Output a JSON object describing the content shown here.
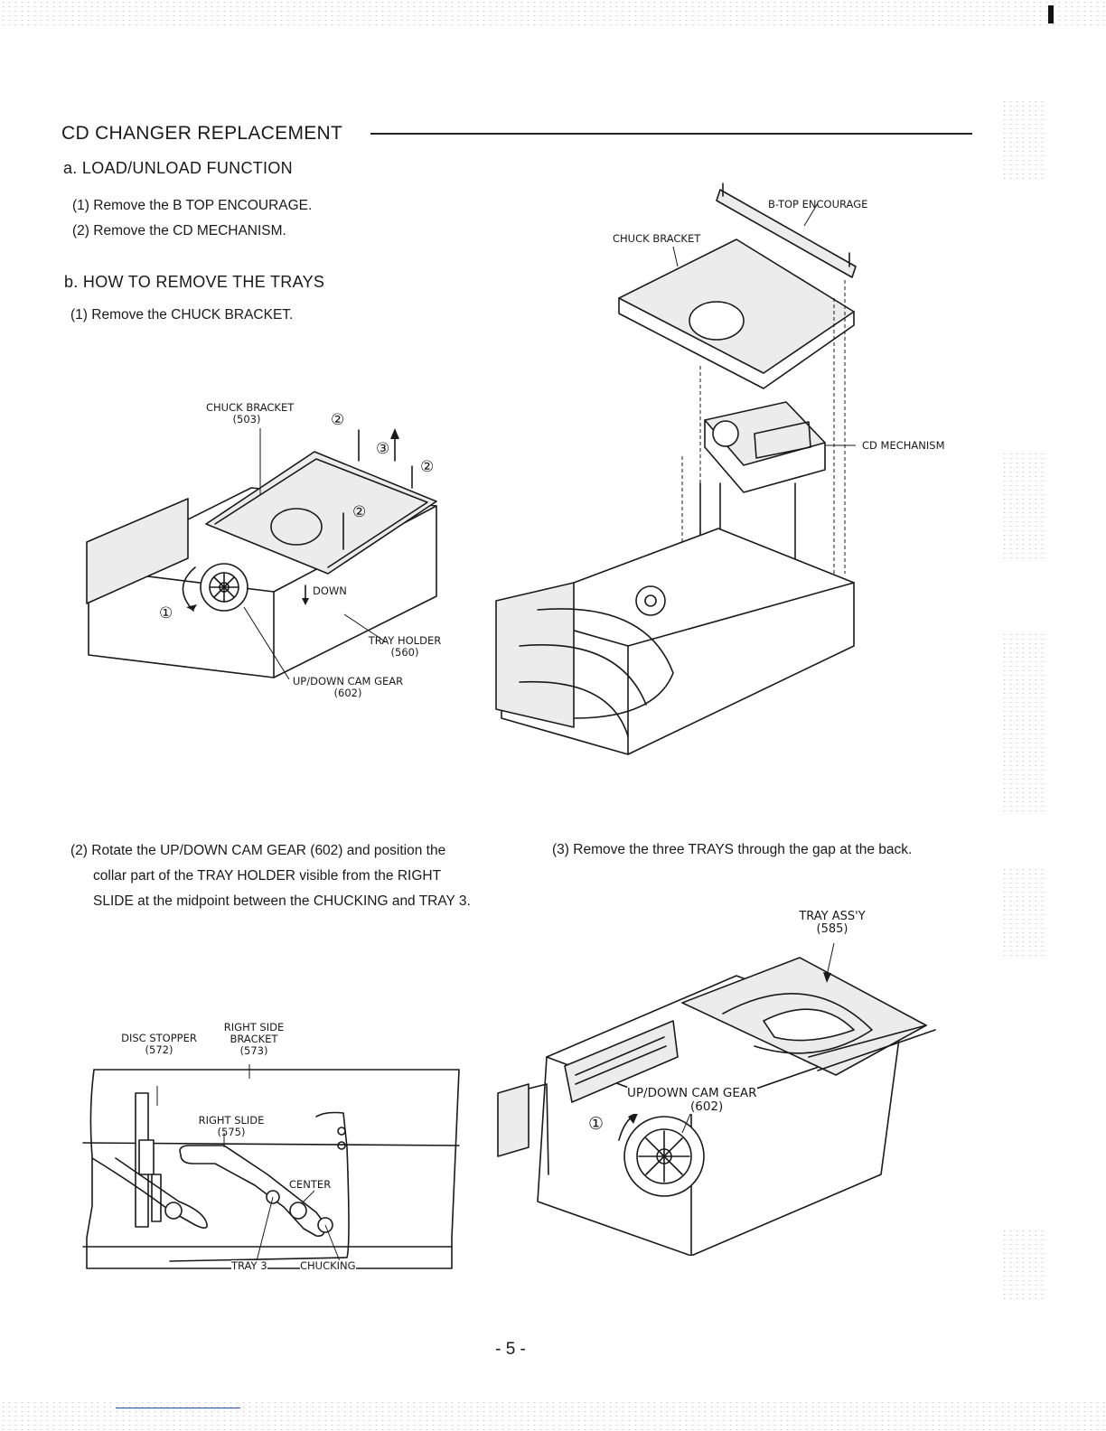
{
  "section": {
    "title": "CD CHANGER REPLACEMENT"
  },
  "part_a": {
    "heading": "a.  LOAD/UNLOAD FUNCTION",
    "steps": [
      "(1) Remove the B TOP ENCOURAGE.",
      "(2) Remove the CD MECHANISM."
    ]
  },
  "part_b": {
    "heading": "b.  HOW TO REMOVE THE TRAYS",
    "step1": "(1) Remove the CHUCK BRACKET.",
    "step2_lines": [
      "(2) Rotate the UP/DOWN CAM GEAR (602) and position the",
      "collar part of the TRAY HOLDER visible from the RIGHT",
      "SLIDE at the midpoint between the CHUCKING and TRAY 3."
    ],
    "step3": "(3) Remove the three TRAYS through the gap at the back."
  },
  "fig1": {
    "chuck_bracket": [
      "CHUCK BRACKET",
      "(503)"
    ],
    "down": "DOWN",
    "tray_holder": [
      "TRAY HOLDER",
      "(560)"
    ],
    "cam_gear": [
      "UP/DOWN CAM GEAR",
      "(602)"
    ],
    "marks": [
      "①",
      "②",
      "②",
      "②",
      "③"
    ]
  },
  "fig2": {
    "b_top": "B-TOP ENCOURAGE",
    "chuck_bracket": "CHUCK BRACKET",
    "cd_mechanism": "CD MECHANISM"
  },
  "fig3": {
    "disc_stopper": [
      "DISC STOPPER",
      "(572)"
    ],
    "right_side_bracket": [
      "RIGHT SIDE",
      "BRACKET",
      "(573)"
    ],
    "right_slide": [
      "RIGHT SLIDE",
      "(575)"
    ],
    "center": "CENTER",
    "tray3": "TRAY 3",
    "chucking": "CHUCKING"
  },
  "fig4": {
    "tray_assy": [
      "TRAY ASS'Y",
      "(585)"
    ],
    "cam_gear": [
      "UP/DOWN CAM GEAR",
      "(602)"
    ],
    "mark": "①"
  },
  "page_number": "- 5 -"
}
